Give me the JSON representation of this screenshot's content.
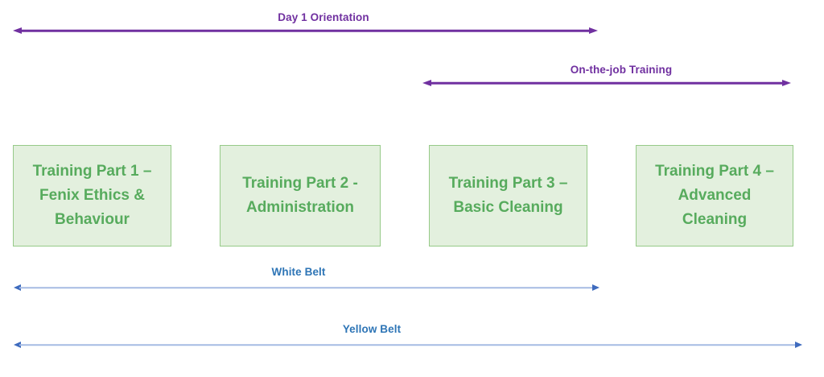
{
  "colors": {
    "purple": "#7030A0",
    "blue_text": "#2E75B6",
    "blue_line": "#A6BBE3",
    "blue_arrowhead": "#3E6BBE",
    "green_text": "#57AB5D",
    "green_border": "#96CA88",
    "green_fill": "#E3F0DE"
  },
  "timelines": [
    {
      "id": "day1",
      "label": "Day 1 Orientation",
      "color": "purple"
    },
    {
      "id": "onjob",
      "label": "On-the-job Training",
      "color": "purple"
    },
    {
      "id": "white",
      "label": "White Belt",
      "color": "blue"
    },
    {
      "id": "yellow",
      "label": "Yellow Belt",
      "color": "blue"
    }
  ],
  "boxes": [
    {
      "lines": [
        "Training Part 1 –",
        "Fenix Ethics &",
        "Behaviour"
      ]
    },
    {
      "lines": [
        "Training Part 2 -",
        "Administration"
      ]
    },
    {
      "lines": [
        "Training Part 3 –",
        "Basic Cleaning"
      ]
    },
    {
      "lines": [
        "Training Part 4 –",
        "Advanced",
        "Cleaning"
      ]
    }
  ]
}
